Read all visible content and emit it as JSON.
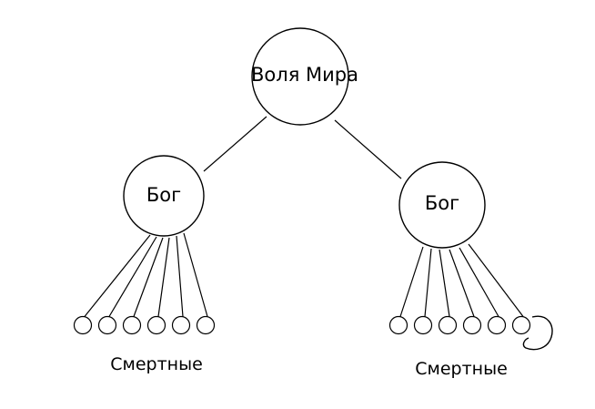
{
  "diagram": {
    "root": {
      "label": "Воля Мира"
    },
    "gods": [
      {
        "label": "Бог",
        "group_label": "Смертные",
        "mortal_count": 6
      },
      {
        "label": "Бог",
        "group_label": "Смертные",
        "mortal_count": 6,
        "has_loop": true
      }
    ]
  }
}
